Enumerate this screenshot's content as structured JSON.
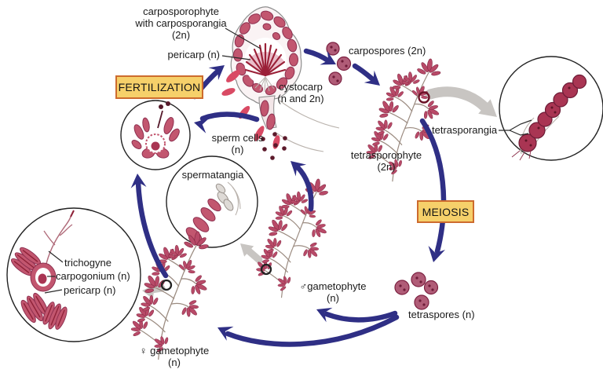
{
  "labels": {
    "carposporophyte": "carposporophyte\nwith carposporangia\n(2n)",
    "pericarp_top": "pericarp (n)",
    "cystocarp": "cystocarp\n(n and 2n)",
    "carpospores": "carpospores (2n)",
    "tetrasporangia": "tetrasporangia",
    "tetrasporophyte": "tetrasporophyte\n(2n)",
    "tetraspores": "tetraspores (n)",
    "male_gametophyte": "♂gametophyte\n(n)",
    "female_gametophyte": "♀ gametophyte\n(n)",
    "sperm_cells": "sperm cells\n(n)",
    "spermatangia": "spermatangia",
    "trichogyne": "trichogyne",
    "carpogonium": "carpogonium (n)",
    "pericarp_inset": "pericarp (n)"
  },
  "process_boxes": {
    "fertilization": "FERTILIZATION",
    "meiosis": "MEIOSIS"
  },
  "colors": {
    "cycle_arrow": "#2f2f85",
    "zoom_arrow": "#c8c5c2",
    "box_fill": "#f6d06a",
    "box_border": "#cd6b2e",
    "algae_pink": "#b84a68",
    "cell_red": "#a93553",
    "text": "#1a1a1a"
  }
}
